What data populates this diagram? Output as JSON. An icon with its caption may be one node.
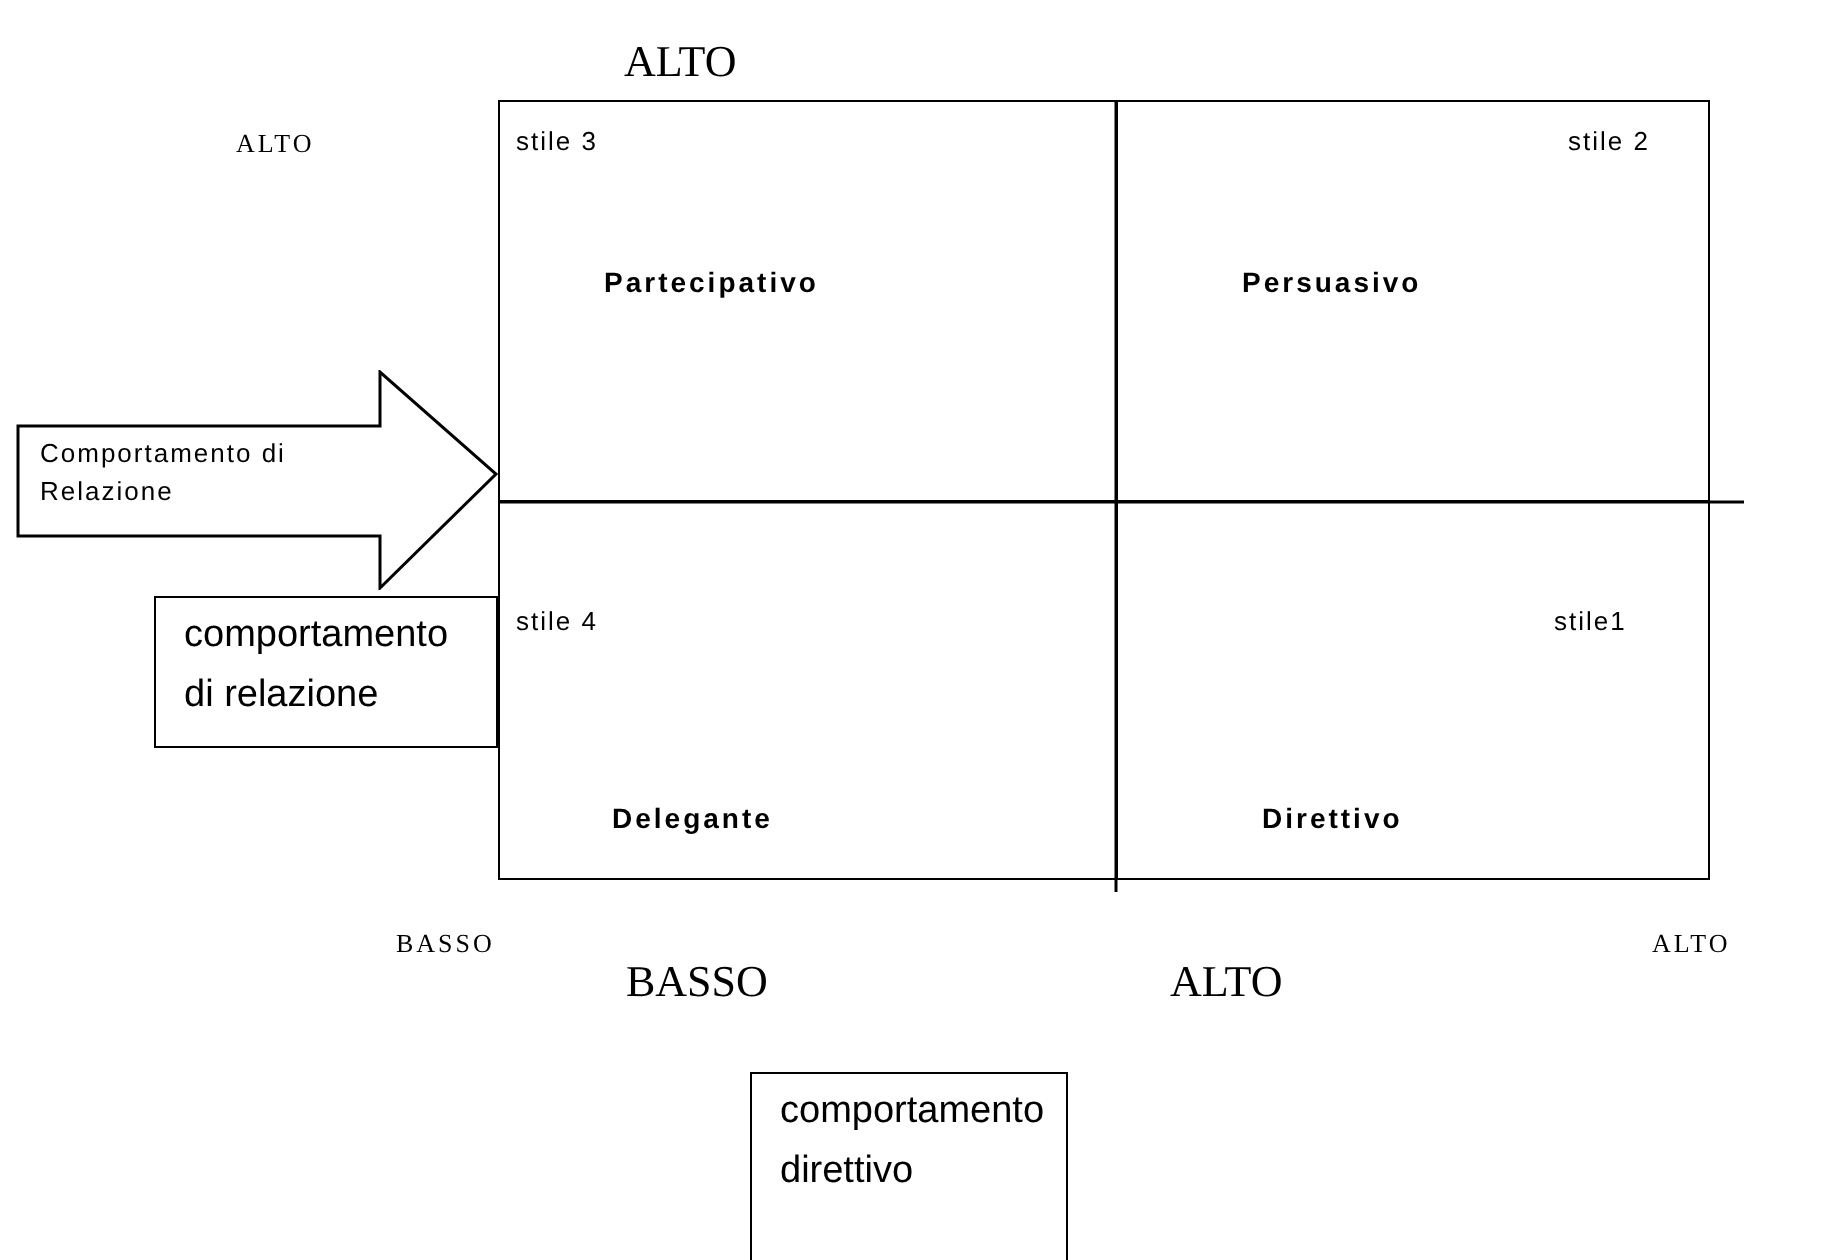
{
  "diagram": {
    "nodes": [
      {
        "text": [
          "stile 3",
          "Partecipativo"
        ]
      },
      {
        "text": [
          "stile 2",
          "Persuasivo"
        ]
      },
      {
        "text": [
          "stile 4",
          "Delegante"
        ]
      },
      {
        "text": [
          "stile1",
          "Direttivo"
        ]
      },
      {
        "text": [
          "comportamento di relazione"
        ]
      },
      {
        "text": [
          "Comportamento di Relazione"
        ]
      },
      {
        "text": [
          "comportamento direttivo"
        ]
      }
    ],
    "edges": [],
    "labels": [
      "ALTO",
      "ALTO",
      "BASSO",
      "BASSO",
      "ALTO",
      "ALTO"
    ]
  }
}
